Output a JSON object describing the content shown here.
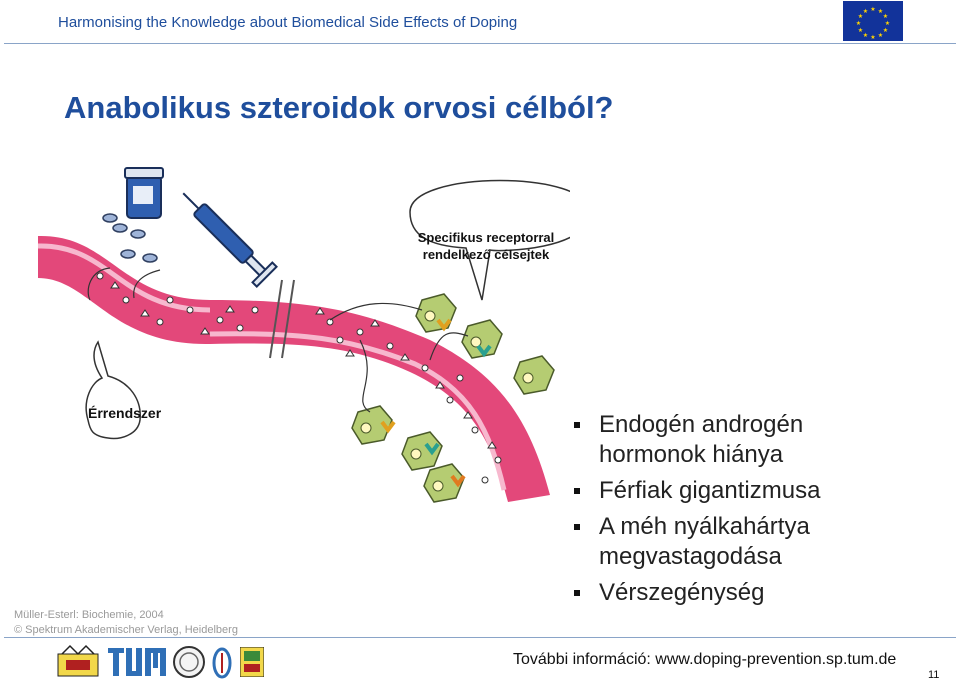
{
  "header": {
    "title": "Harmonising the Knowledge about Biomedical Side Effects of Doping"
  },
  "slide": {
    "title": "Anabolikus szteroidok orvosi célból?"
  },
  "illustration": {
    "callout_receptor_line1": "Specifikus receptorral",
    "callout_receptor_line2": "rendelkező célsejtek",
    "callout_vessel": "Érrendszer"
  },
  "bullets": [
    "Endogén androgén hormonok hiánya",
    "Férfiak gigantizmusa",
    "A méh nyálkahártya megvastagodása",
    "Vérszegénység"
  ],
  "credits": {
    "line1": "Müller-Esterl: Biochemie, 2004",
    "line2": "© Spektrum Akademischer Verlag, Heidelberg"
  },
  "footer": {
    "info": "További információ: www.doping-prevention.sp.tum.de",
    "page_number": "11"
  },
  "colors": {
    "brand_blue": "#1f4e9c",
    "vessel": "#e3487a",
    "cell": "#b5cc72",
    "eu_blue": "#12339a",
    "eu_star": "#ffd400"
  },
  "icons": [
    "eu-flag-icon",
    "pill-bottle-icon",
    "syringe-icon",
    "target-cell-icon",
    "receptor-icon"
  ]
}
